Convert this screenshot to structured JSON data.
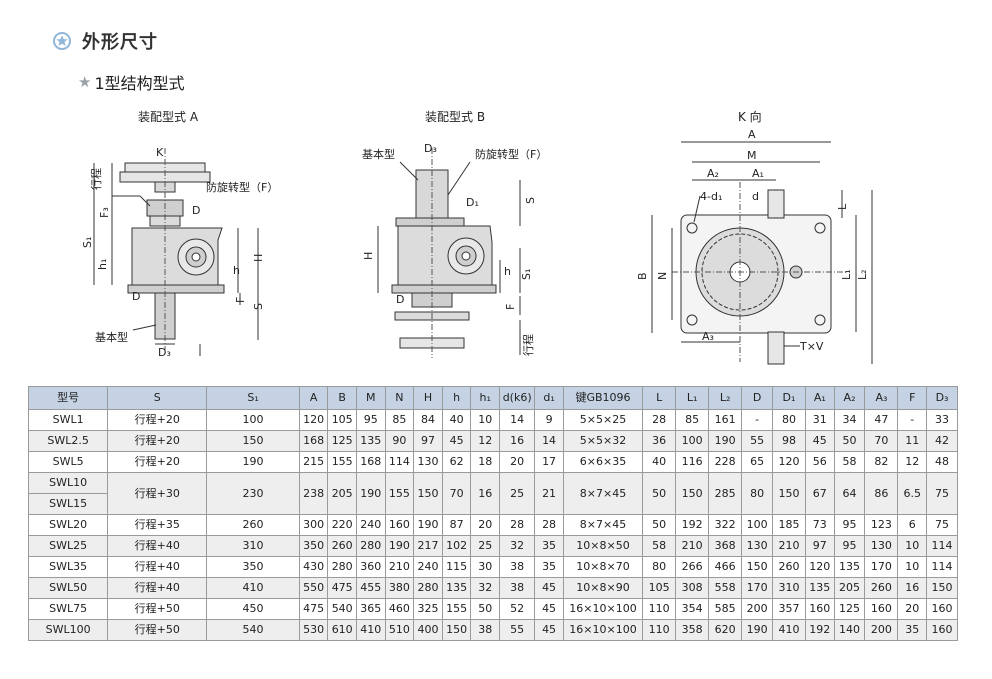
{
  "header": {
    "title": "外形尺寸",
    "subtitle_star": "★",
    "subtitle": "1型结构型式"
  },
  "drawing": {
    "view_a": {
      "title": "装配型式 A",
      "labels": {
        "k": "K",
        "stroke": "行程",
        "f3": "F₃",
        "anti_rotation": "防旋转型（F）",
        "d": "D",
        "s1": "S₁",
        "h1": "h₁",
        "h": "h",
        "H": "H",
        "D": "D",
        "F": "F",
        "S": "S",
        "base_type": "基本型",
        "d3": "D₃"
      }
    },
    "view_b": {
      "title": "装配型式 B",
      "labels": {
        "base_type": "基本型",
        "d3": "D₃",
        "anti_rotation": "防旋转型（F）",
        "d1": "D₁",
        "S": "S",
        "H": "H",
        "h": "h",
        "s1": "S₁",
        "D": "D",
        "F": "F",
        "stroke": "行程"
      }
    },
    "view_k": {
      "title": "K 向",
      "labels": {
        "A": "A",
        "M": "M",
        "A2": "A₂",
        "A1": "A₁",
        "holes": "4-d₁",
        "d": "d",
        "L": "L",
        "B": "B",
        "N": "N",
        "L1": "L₁",
        "L2": "L₂",
        "A3": "A₃",
        "key": "T×V"
      }
    }
  },
  "table": {
    "headers": [
      "型号",
      "S",
      "S₁",
      "A",
      "B",
      "M",
      "N",
      "H",
      "h",
      "h₁",
      "d(k6)",
      "d₁",
      "键GB1096",
      "L",
      "L₁",
      "L₂",
      "D",
      "D₁",
      "A₁",
      "A₂",
      "A₃",
      "F",
      "D₃"
    ],
    "rows": [
      {
        "model": "SWL1",
        "cells": [
          "行程+20",
          "100",
          "120",
          "105",
          "95",
          "85",
          "84",
          "40",
          "10",
          "14",
          "9",
          "5×5×25",
          "28",
          "85",
          "161",
          "-",
          "80",
          "31",
          "34",
          "47",
          "-",
          "33"
        ]
      },
      {
        "model": "SWL2.5",
        "cells": [
          "行程+20",
          "150",
          "168",
          "125",
          "135",
          "90",
          "97",
          "45",
          "12",
          "16",
          "14",
          "5×5×32",
          "36",
          "100",
          "190",
          "55",
          "98",
          "45",
          "50",
          "70",
          "11",
          "42"
        ]
      },
      {
        "model": "SWL5",
        "cells": [
          "行程+20",
          "190",
          "215",
          "155",
          "168",
          "114",
          "130",
          "62",
          "18",
          "20",
          "17",
          "6×6×35",
          "40",
          "116",
          "228",
          "65",
          "120",
          "56",
          "58",
          "82",
          "12",
          "48"
        ]
      },
      {
        "model": "SWL10",
        "model2": "SWL15",
        "cells": [
          "行程+30",
          "230",
          "238",
          "205",
          "190",
          "155",
          "150",
          "70",
          "16",
          "25",
          "21",
          "8×7×45",
          "50",
          "150",
          "285",
          "80",
          "150",
          "67",
          "64",
          "86",
          "6.5",
          "75"
        ]
      },
      {
        "model": "SWL20",
        "cells": [
          "行程+35",
          "260",
          "300",
          "220",
          "240",
          "160",
          "190",
          "87",
          "20",
          "28",
          "28",
          "8×7×45",
          "50",
          "192",
          "322",
          "100",
          "185",
          "73",
          "95",
          "123",
          "6",
          "75"
        ]
      },
      {
        "model": "SWL25",
        "cells": [
          "行程+40",
          "310",
          "350",
          "260",
          "280",
          "190",
          "217",
          "102",
          "25",
          "32",
          "35",
          "10×8×50",
          "58",
          "210",
          "368",
          "130",
          "210",
          "97",
          "95",
          "130",
          "10",
          "114"
        ]
      },
      {
        "model": "SWL35",
        "cells": [
          "行程+40",
          "350",
          "430",
          "280",
          "360",
          "210",
          "240",
          "115",
          "30",
          "38",
          "35",
          "10×8×70",
          "80",
          "266",
          "466",
          "150",
          "260",
          "120",
          "135",
          "170",
          "10",
          "114"
        ]
      },
      {
        "model": "SWL50",
        "cells": [
          "行程+40",
          "410",
          "550",
          "475",
          "455",
          "380",
          "280",
          "135",
          "32",
          "38",
          "45",
          "10×8×90",
          "105",
          "308",
          "558",
          "170",
          "310",
          "135",
          "205",
          "260",
          "16",
          "150"
        ]
      },
      {
        "model": "SWL75",
        "cells": [
          "行程+50",
          "450",
          "475",
          "540",
          "365",
          "460",
          "325",
          "155",
          "50",
          "52",
          "45",
          "16×10×100",
          "110",
          "354",
          "585",
          "200",
          "357",
          "160",
          "125",
          "160",
          "20",
          "160"
        ]
      },
      {
        "model": "SWL100",
        "cells": [
          "行程+50",
          "540",
          "530",
          "610",
          "410",
          "510",
          "400",
          "150",
          "38",
          "55",
          "45",
          "16×10×100",
          "110",
          "358",
          "620",
          "190",
          "410",
          "192",
          "140",
          "200",
          "35",
          "160"
        ]
      }
    ]
  },
  "colors": {
    "header_bg": "#c4d2e3",
    "row_alt": "#eeeeee",
    "icon": "#8fb6d8"
  }
}
